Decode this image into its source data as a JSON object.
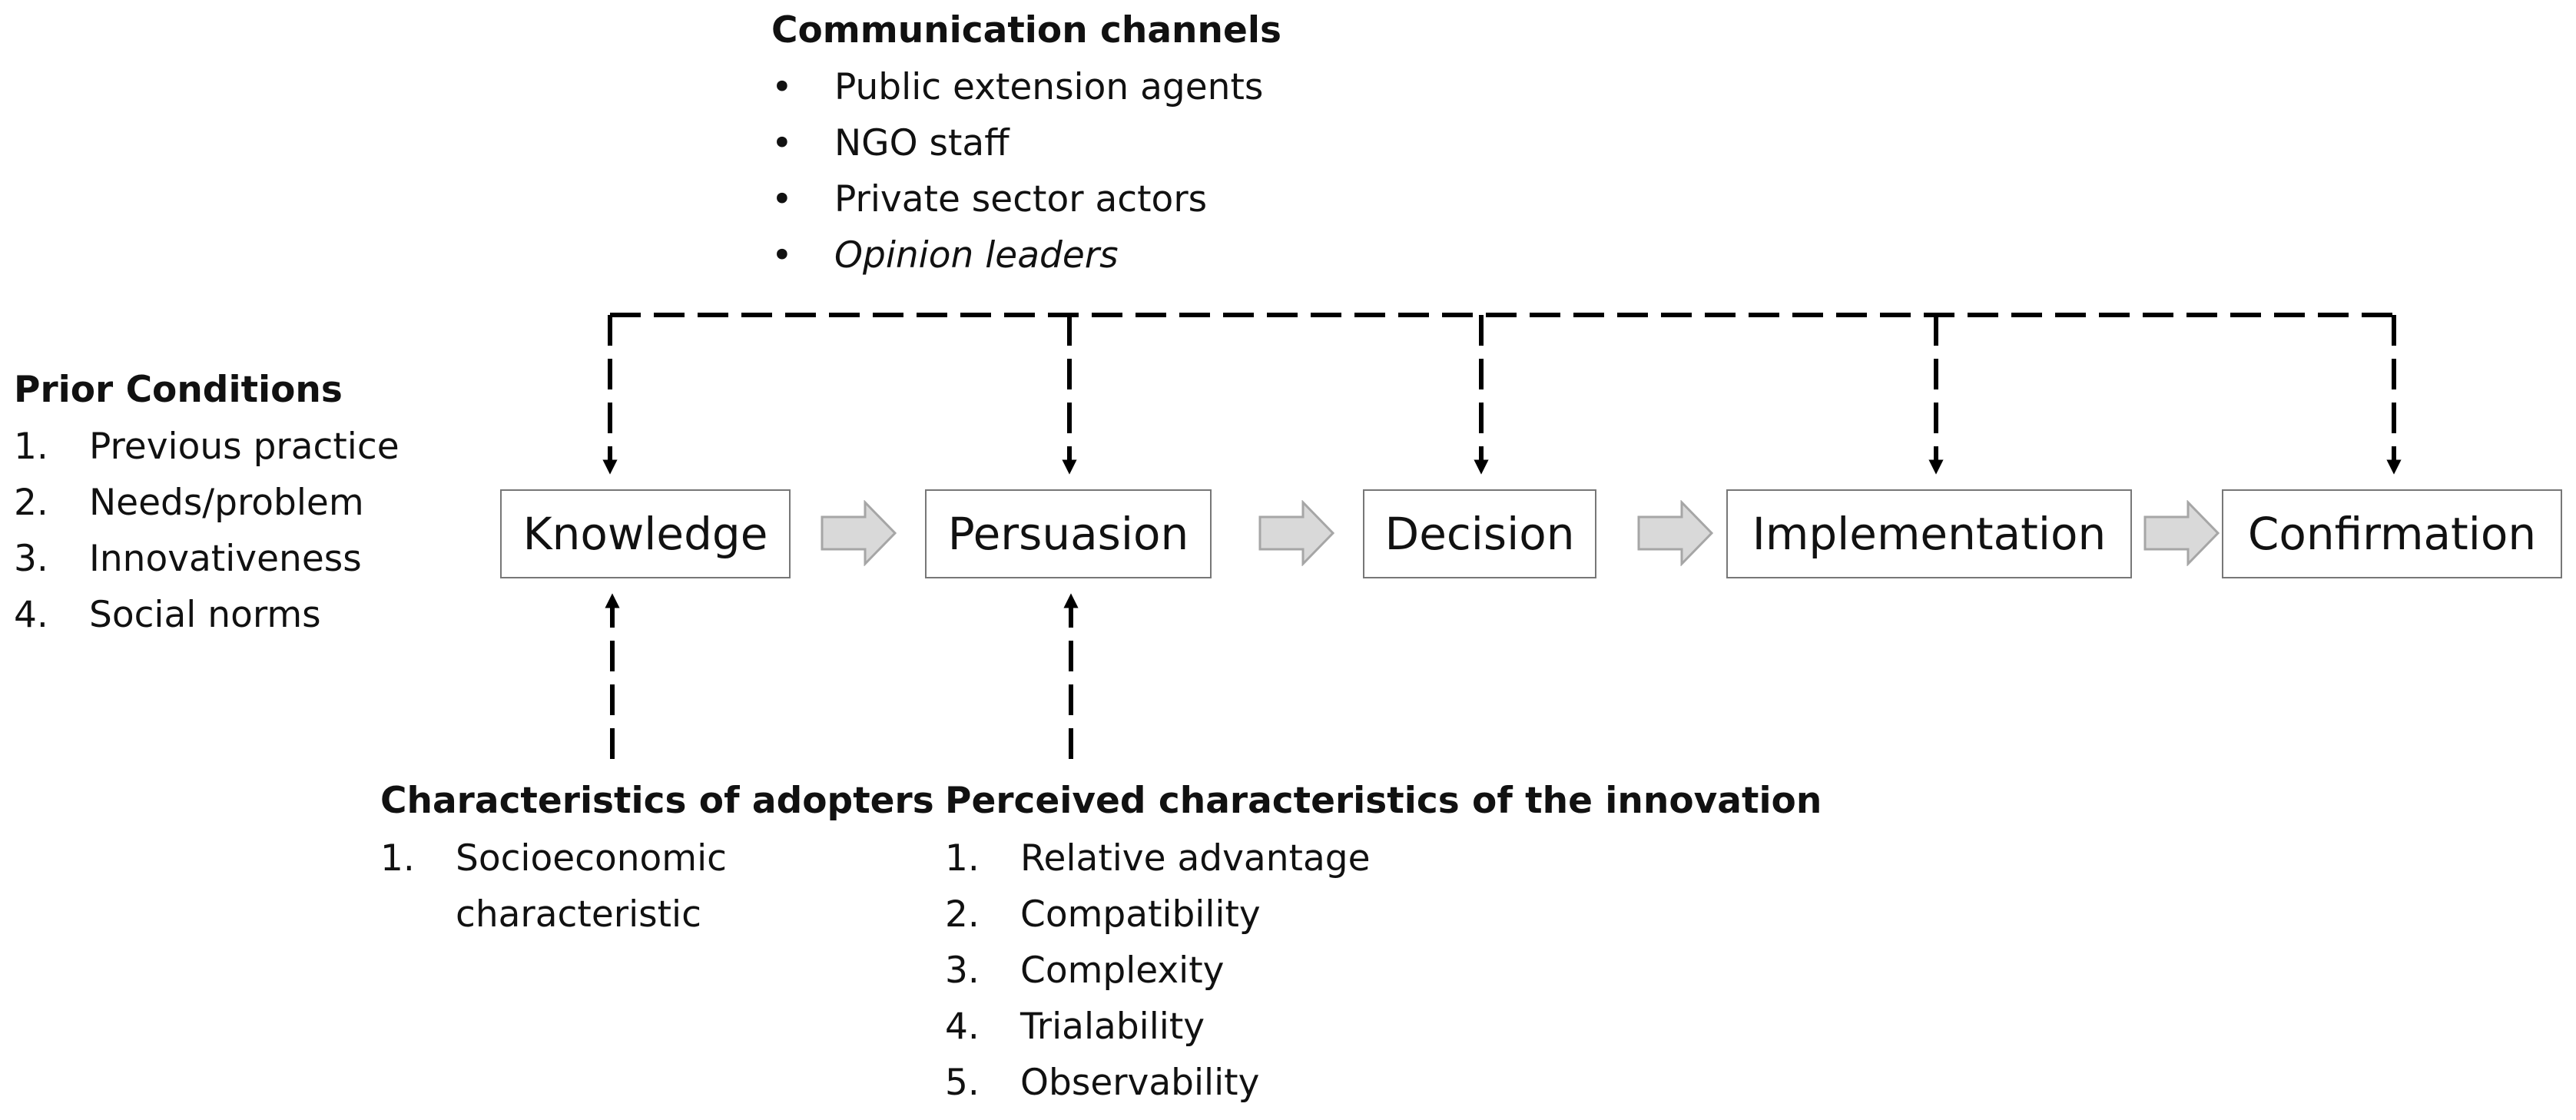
{
  "communication": {
    "heading": "Communication channels",
    "items": [
      {
        "marker": "•",
        "text": "Public extension agents"
      },
      {
        "marker": "•",
        "text": "NGO staff"
      },
      {
        "marker": "•",
        "text": "Private sector actors"
      },
      {
        "marker": "•",
        "text": "Opinion leaders"
      }
    ]
  },
  "prior": {
    "heading": "Prior Conditions",
    "items": [
      {
        "marker": "1.",
        "text": "Previous practice"
      },
      {
        "marker": "2.",
        "text": "Needs/problem"
      },
      {
        "marker": "3.",
        "text": "Innovativeness"
      },
      {
        "marker": "4.",
        "text": "Social norms"
      }
    ]
  },
  "stages": [
    {
      "label": "Knowledge"
    },
    {
      "label": "Persuasion"
    },
    {
      "label": "Decision"
    },
    {
      "label": "Implementation"
    },
    {
      "label": "Confirmation"
    }
  ],
  "adopters": {
    "heading": "Characteristics of adopters",
    "items": [
      {
        "marker": "1.",
        "text": "Socioeconomic characteristic"
      }
    ]
  },
  "perceived": {
    "heading": "Perceived characteristics of the innovation",
    "items": [
      {
        "marker": "1.",
        "text": "Relative advantage"
      },
      {
        "marker": "2.",
        "text": "Compatibility"
      },
      {
        "marker": "3.",
        "text": "Complexity"
      },
      {
        "marker": "4.",
        "text": "Trialability"
      },
      {
        "marker": "5.",
        "text": "Observability"
      }
    ]
  },
  "colors": {
    "box_border": "#777777",
    "flow_arrow_fill": "#d9d9d9",
    "flow_arrow_stroke": "#a6a6a6",
    "dashed_line": "#000000"
  }
}
